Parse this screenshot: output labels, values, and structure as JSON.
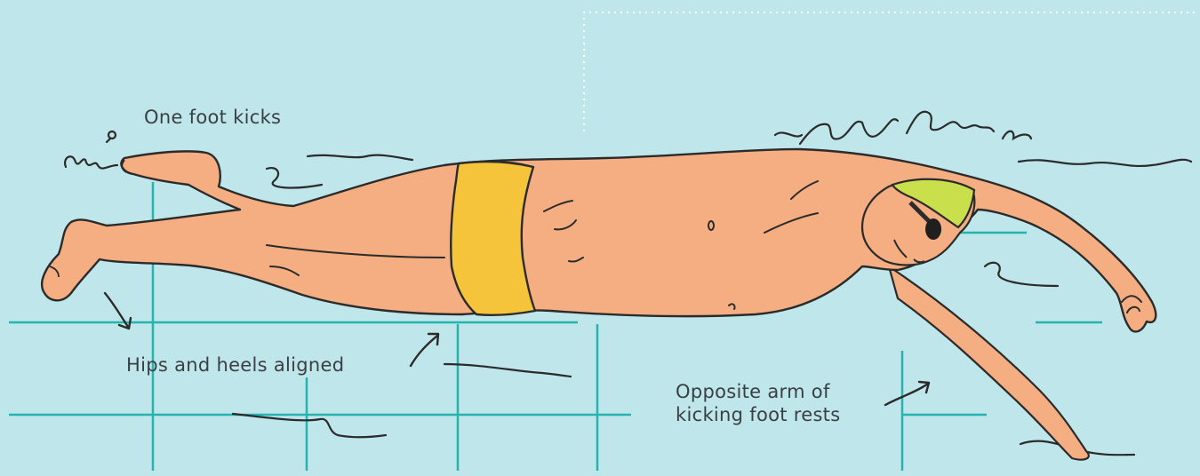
{
  "annotations": {
    "kick": "One foot kicks",
    "hips": "Hips and heels aligned",
    "arm_line1": "Opposite arm of",
    "arm_line2": "kicking foot rests"
  },
  "colors": {
    "water": "#bfe6ea",
    "lane_lines": "#27b3b0",
    "skin": "#f5ad82",
    "swimsuit": "#f6c43a",
    "swim_cap": "#c9e04c",
    "outline": "#2b2b2b",
    "text": "#3a3f44"
  },
  "icons": {
    "swimmer": "swimmer-illustration",
    "arrows": "curved-arrow-icon",
    "splash": "water-splash-icon"
  }
}
